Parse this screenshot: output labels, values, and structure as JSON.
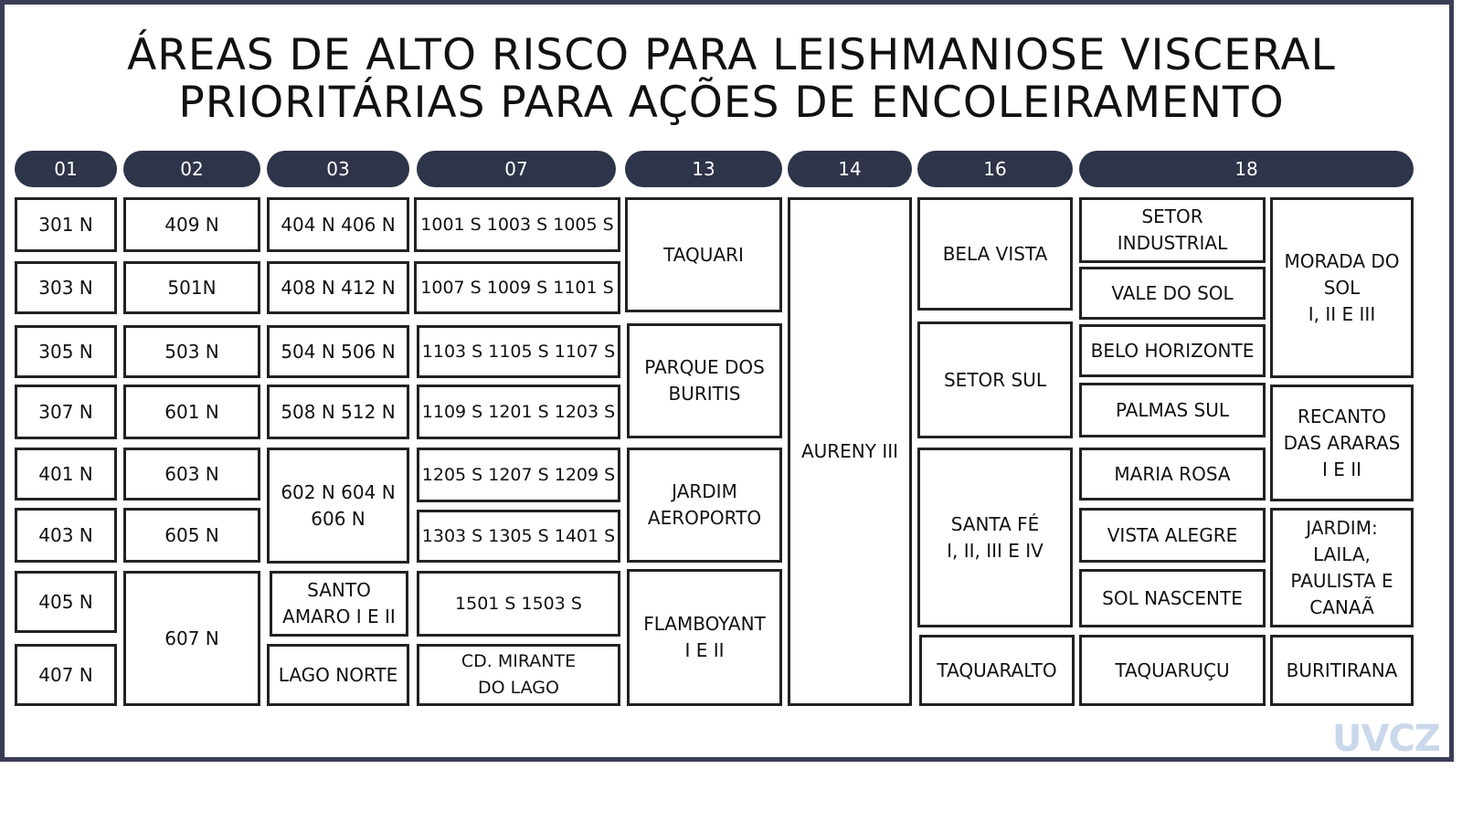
{
  "title": {
    "line1": "ÁREAS DE ALTO RISCO PARA LEISHMANIOSE VISCERAL",
    "line2": "PRIORITÁRIAS PARA AÇÕES DE ENCOLEIRAMENTO"
  },
  "columns": [
    {
      "header": "01",
      "cells": [
        "301 N",
        "303 N",
        "305 N",
        "307 N",
        "401 N",
        "403 N",
        "405 N",
        "407 N"
      ]
    },
    {
      "header": "02",
      "cells": [
        "409 N",
        "501N",
        "503 N",
        "601 N",
        "603 N",
        "605 N",
        "607 N"
      ]
    },
    {
      "header": "03",
      "cells": [
        "404 N  406 N",
        "408 N   412 N",
        "504 N  506 N",
        "508 N   512 N",
        "602 N  604 N\n606 N",
        "SANTO\nAMARO I E II",
        "LAGO NORTE"
      ]
    },
    {
      "header": "07",
      "cells": [
        "1001 S  1003 S 1005 S",
        "1007 S  1009 S 1101 S",
        "1103 S  1105 S 1107 S",
        "1109 S  1201 S 1203 S",
        "1205 S 1207 S 1209 S",
        "1303 S 1305 S 1401 S",
        "1501 S  1503 S",
        "CD. MIRANTE\nDO LAGO"
      ]
    },
    {
      "header": "13",
      "cells": [
        "TAQUARI",
        "PARQUE DOS\nBURITIS",
        "JARDIM\nAEROPORTO",
        "FLAMBOYANT\nI E II"
      ]
    },
    {
      "header": "14",
      "cells": [
        "AURENY III"
      ]
    },
    {
      "header": "16",
      "cells": [
        "BELA VISTA",
        "SETOR SUL",
        "SANTA FÉ\nI, II, III E IV",
        "TAQUARALTO"
      ]
    },
    {
      "header": "18",
      "cells": [
        "SETOR\nINDUSTRIAL",
        "VALE DO SOL",
        "BELO HORIZONTE",
        "PALMAS SUL",
        "MARIA ROSA",
        "VISTA ALEGRE",
        "SOL NASCENTE",
        "TAQUARUÇU",
        "MORADA DO\nSOL\nI, II E III",
        "RECANTO\nDAS ARARAS\nI E II",
        "JARDIM: LAILA,\nPAULISTA E\nCANAÃ",
        "BURITIRANA"
      ]
    }
  ],
  "logo": "UVCZ"
}
